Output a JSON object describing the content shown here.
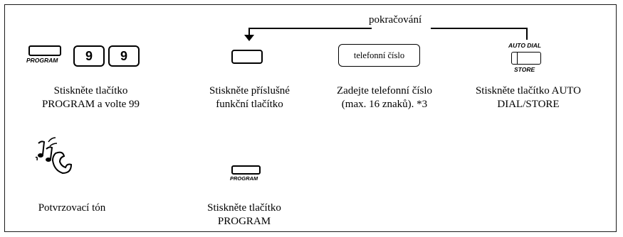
{
  "continuation_label": "pokračování",
  "icons": {
    "program_key": "program-key",
    "digit_key": "digit-key",
    "function_key": "function-key",
    "auto_dial_store_key": "auto-dial-store-key",
    "confirmation_tone": "ringing-phone-handset-icon",
    "arrow": "continuation-arrow"
  },
  "step1": {
    "key_label": "PROGRAM",
    "digit1": "9",
    "digit2": "9",
    "caption": [
      "Stiskněte tlačítko",
      "PROGRAM a volte 99"
    ]
  },
  "step2": {
    "caption": [
      "Stiskněte příslušné",
      "funkční tlačítko"
    ]
  },
  "step3": {
    "box_text": "telefonní číslo",
    "caption": [
      "Zadejte telefonní číslo",
      "(max. 16 znaků). *3"
    ]
  },
  "step4": {
    "top_label": "AUTO DIAL",
    "bottom_label": "STORE",
    "caption": [
      "Stiskněte tlačítko AUTO",
      "DIAL/STORE"
    ]
  },
  "step5": {
    "caption": [
      "Potvrzovací tón"
    ]
  },
  "step6": {
    "key_label": "PROGRAM",
    "caption": [
      "Stiskněte tlačítko",
      "PROGRAM"
    ]
  }
}
